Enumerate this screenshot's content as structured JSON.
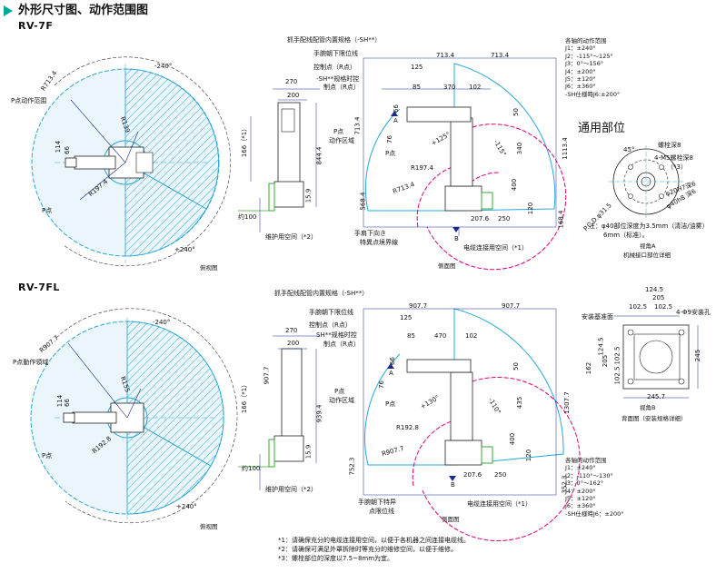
{
  "header": {
    "title": "外形尺寸图、动作范围图"
  },
  "models": [
    "RV-7F",
    "RV-7FL"
  ],
  "f": {
    "top": {
      "r713": "R713.4",
      "ang240a": "-240°",
      "ang240b": "+240°",
      "pzone": "P点动作范围",
      "r139": "R139",
      "r197": "R197.4",
      "d66": "66",
      "d114": "114",
      "p": "P点",
      "d166": "166（*1）",
      "caption": "俯视图"
    },
    "front": {
      "d270": "270",
      "d200": "200",
      "d844": "844.4",
      "d159": "15.9",
      "d100": "约100",
      "pipe": "维护用空间（*2）"
    },
    "side": {
      "grip": "抓手配线配管内置规格（-SH**）",
      "wrist": "手腕朝下限位线",
      "ctrl": "控制点（R点）",
      "sh1": "-SH**规格时控",
      "sh2": "制点（R点）",
      "d713a": "713.4",
      "d713b": "713.4",
      "d125": "125",
      "d85": "85",
      "d370": "370",
      "d102": "102",
      "d50": "50",
      "d66": "66",
      "d713v": "713.4",
      "pz1": "P点",
      "pz2": "动作区域",
      "d76": "76",
      "p": "P点",
      "a125": "+125°",
      "a115": "-115°",
      "d340": "340",
      "r197": "R197.4",
      "r713": "R713.4",
      "d568": "568.4",
      "d1113": "1113.4",
      "d400": "400",
      "d120": "120",
      "d207": "207.6",
      "d250": "250",
      "d168": "168.4",
      "down1": "手肩下向き",
      "down2": "特異点境界線",
      "a": "A",
      "b": "B",
      "conn": "电缆连接用空间（*1）",
      "caption": "侧面图"
    },
    "ranges": {
      "title": "各轴的动作范围",
      "items": [
        "J1：±240°",
        "J2：-115°～125°",
        "J3：0°～156°",
        "J4：±200°",
        "J5：±120°",
        "J6：±360°",
        "-SH仕様時J6:±200°"
      ]
    },
    "common": {
      "title": "通用部位",
      "a45": "45°",
      "m8": "螺栓深8",
      "m5": "4-M5螺栓深8",
      "m5b": "（*3）",
      "d20": "φ20H7深6",
      "d40": "φ40h8 深6",
      "pcd": "P.C.D.φ31.5",
      "note1": "注：φ40部位深度为3.5mm（清洁/油雾）",
      "note2": "6mm（标准）。",
      "view": "视角A",
      "caption": "机械接口部位详细"
    }
  },
  "fl": {
    "top": {
      "r907": "R907.7",
      "ang240a": "-240°",
      "ang240b": "+240°",
      "pzone": "P点動作領域",
      "r155": "R155",
      "r192": "R192.8",
      "d66": "66",
      "d114": "114",
      "p": "P点",
      "d166": "166（*1）",
      "caption": "俯视图"
    },
    "front": {
      "d270": "270",
      "d200": "200",
      "d907": "907.7",
      "d939": "939.4",
      "d159": "15.9",
      "d100": "约100",
      "pipe": "维护用空间（*2）"
    },
    "side": {
      "grip": "抓手配线配管内置规格（-SH**）",
      "wrist": "手腕朝下限位线",
      "ctrl": "控制点（R点）",
      "sh1": "SH**规格时控",
      "sh2": "制点（R点）",
      "d907a": "907.7",
      "d907b": "907.7",
      "d125": "125",
      "d85": "85",
      "d470": "470",
      "d102": "102",
      "d50": "50",
      "d66": "66",
      "pz1": "P点",
      "pz2": "动作区域",
      "d76": "76",
      "p": "P点",
      "a130": "+130°",
      "a110": "-110°",
      "d435": "435",
      "r192": "R192.8",
      "r907": "R907.7",
      "d752": "752.3",
      "d1307": "1307.7",
      "d400": "400",
      "d120": "120",
      "d207": "207.6",
      "d250": "250",
      "d352": "352.3",
      "down1": "手腕朝下特异",
      "down2": "点限位线",
      "a": "A",
      "b": "B",
      "conn": "电缆连接用空间（*1）",
      "caption": "侧面图"
    },
    "ranges": {
      "title": "各轴的动作范围",
      "items": [
        "J1：±240°",
        "J2：-110°～130°",
        "J3：0°～162°",
        "J4：±200°",
        "J5：±120°",
        "J6：±360°",
        "-SH仕様時J6：±200°"
      ]
    },
    "mount": {
      "d124": "124.5",
      "d205": "205",
      "d102a": "102.5",
      "d102b": "102.5",
      "m9": "4-Φ9安装孔",
      "base": "安装基准面",
      "d162": "162",
      "d124v": "124.5",
      "d205v": "205",
      "d102v1": "102.5",
      "d102v2": "102.5",
      "d245": "245",
      "d245b": "245.7",
      "view": "视角B",
      "caption": "背面图（安装规格详细）"
    }
  },
  "notes": [
    "*1：请确保充分的电缆连接用空间，以便于各机器之间连接电缆线。",
    "*2：请确保可满足外罩拆除时等充分的维修空间，以便于维修。",
    "*3：螺栓部位的深度以7.5~8mm为宜。"
  ],
  "colors": {
    "accent": "#00a99d",
    "zone": "#29a8d8",
    "magenta": "#e0007a",
    "green": "#3aaa35",
    "dim": "#1a2a8c"
  }
}
